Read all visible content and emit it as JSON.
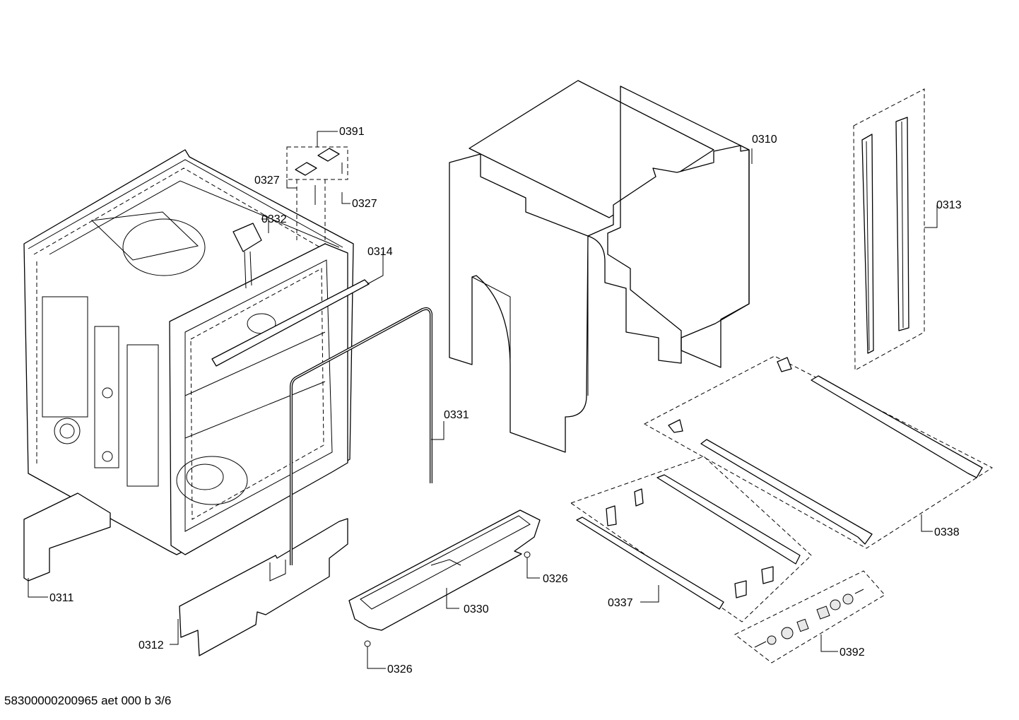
{
  "callouts": {
    "c0391": "0391",
    "c0327_left": "0327",
    "c0327_right": "0327",
    "c0332": "0332",
    "c0314": "0314",
    "c0310": "0310",
    "c0313": "0313",
    "c0331": "0331",
    "c0311": "0311",
    "c0312": "0312",
    "c0326_right": "0326",
    "c0330": "0330",
    "c0326_bottom": "0326",
    "c0337": "0337",
    "c0338": "0338",
    "c0392": "0392"
  },
  "footer": {
    "document_id": "58300000200965 aet 000 b 3/6"
  }
}
